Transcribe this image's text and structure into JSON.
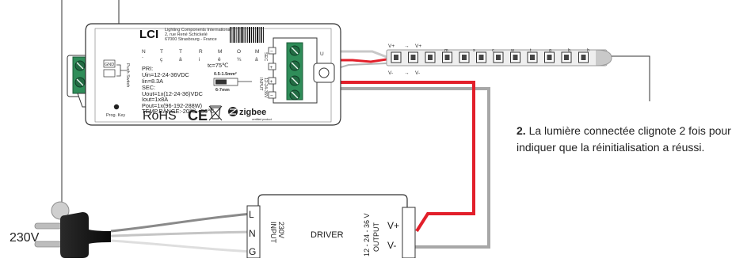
{
  "controller": {
    "brand_logo": "LCI",
    "company_name": "Lighting Components International",
    "company_address_line1": "2, rue René Schickelé",
    "company_address_line2": "67000 Strasbourg - France",
    "status_letters_top": [
      "N",
      "T",
      "T",
      "R",
      "M",
      "O",
      "M"
    ],
    "status_letters_bottom": [
      "`",
      "ç",
      "â",
      "i",
      "ê",
      "¾",
      "â"
    ],
    "pri_header": "PRI:",
    "uin": "Uin=12-24-36VDC",
    "iin": "Iin=8.3A",
    "sec_header": "SEC:",
    "uout": "Uout=1x(12-24-36)VDC",
    "iout": "Iout=1x8A",
    "pout": "Pout=1x(96-192-288W)",
    "temp_range": "TEMP.RANGE:-20℃-+50℃",
    "tc": "tc=75℃",
    "wire_gauge": "0.5-1.5mm²",
    "strip_length": "6-7mm",
    "prog_key": "Prog. Key",
    "rohs": "RoHS",
    "ce": "CE",
    "zigbee": "zigbee",
    "zigbee_sub": "certified product",
    "push_switch": "Push Switch",
    "gnd": "GND",
    "sec_label": "SEC",
    "input_label": "INPUT",
    "pri_side_label": "12-24-36V",
    "terminal_minus": "−",
    "terminal_plus": "+",
    "terminal_u": "U"
  },
  "strip": {
    "v_plus_left": "V+",
    "v_plus_right": "V+",
    "v_minus_left": "V-",
    "v_minus_right": "V-",
    "arrow": "→",
    "stripe_letters": [
      "m",
      "s",
      "c",
      "w",
      "t",
      "g",
      "b",
      "h"
    ]
  },
  "driver": {
    "title": "DRIVER",
    "input_voltage": "230V",
    "input_label": "INPUT",
    "input_pins": [
      "L",
      "N",
      "G"
    ],
    "output_voltage": "12 - 24 - 36 V",
    "output_label": "OUTPUT",
    "output_plus": "V+",
    "output_minus": "V-"
  },
  "mains": {
    "voltage": "230V"
  },
  "note": {
    "step_number": "2.",
    "text": "La lumière connectée clignote 2 fois pour indiquer que la réinitialisation a réussi."
  },
  "colors": {
    "wire_red": "#e0202a",
    "wire_gray": "#a0a0a0",
    "terminal_green": "#2e8b57",
    "plug_black": "#111111"
  }
}
